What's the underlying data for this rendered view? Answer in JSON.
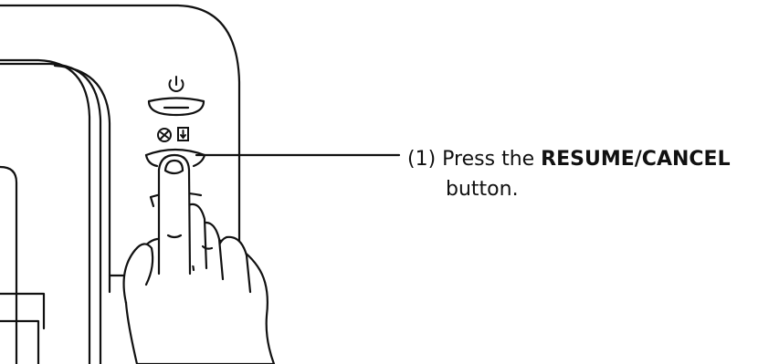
{
  "callout": {
    "step_number": "(1)",
    "text_before": "Press the",
    "button_name": "RESUME/CANCEL",
    "text_after": "button."
  },
  "icons": {
    "power": "power-icon",
    "resume_cancel": "resume-cancel-icon",
    "paper_feed": "paper-feed-icon"
  },
  "colors": {
    "line": "#111111",
    "background": "#ffffff"
  }
}
